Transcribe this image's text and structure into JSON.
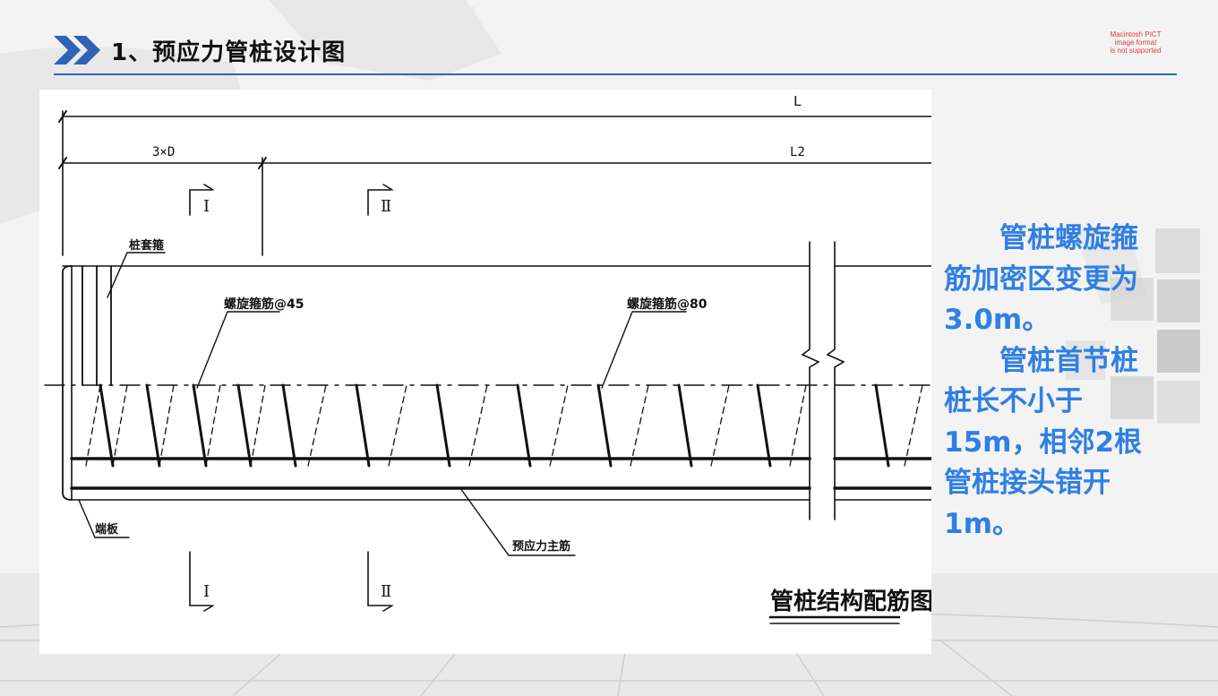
{
  "header": {
    "title": "1、预应力管桩设计图",
    "pict_notice": [
      "Macintosh PICT",
      "image format",
      "is not supported"
    ]
  },
  "drawing": {
    "label_L": "L",
    "label_3xD": "3×D",
    "label_L2": "L2",
    "section_I": "I",
    "section_II": "Ⅱ",
    "label_hoop": "桩套箍",
    "label_spiral_45": "螺旋箍筋@45",
    "label_spiral_80": "螺旋箍筋@80",
    "label_end_plate": "端板",
    "label_main_bar": "预应力主筋",
    "caption": "管桩结构配筋图"
  },
  "notes": {
    "para1": "管桩螺旋箍筋加密区变更为3.0m。",
    "para2": "管桩首节桩桩长不小于15m，相邻2根管桩接头错开1m。"
  },
  "colors": {
    "accent_blue": "#2f63b8",
    "note_blue": "#2f7fe4"
  }
}
